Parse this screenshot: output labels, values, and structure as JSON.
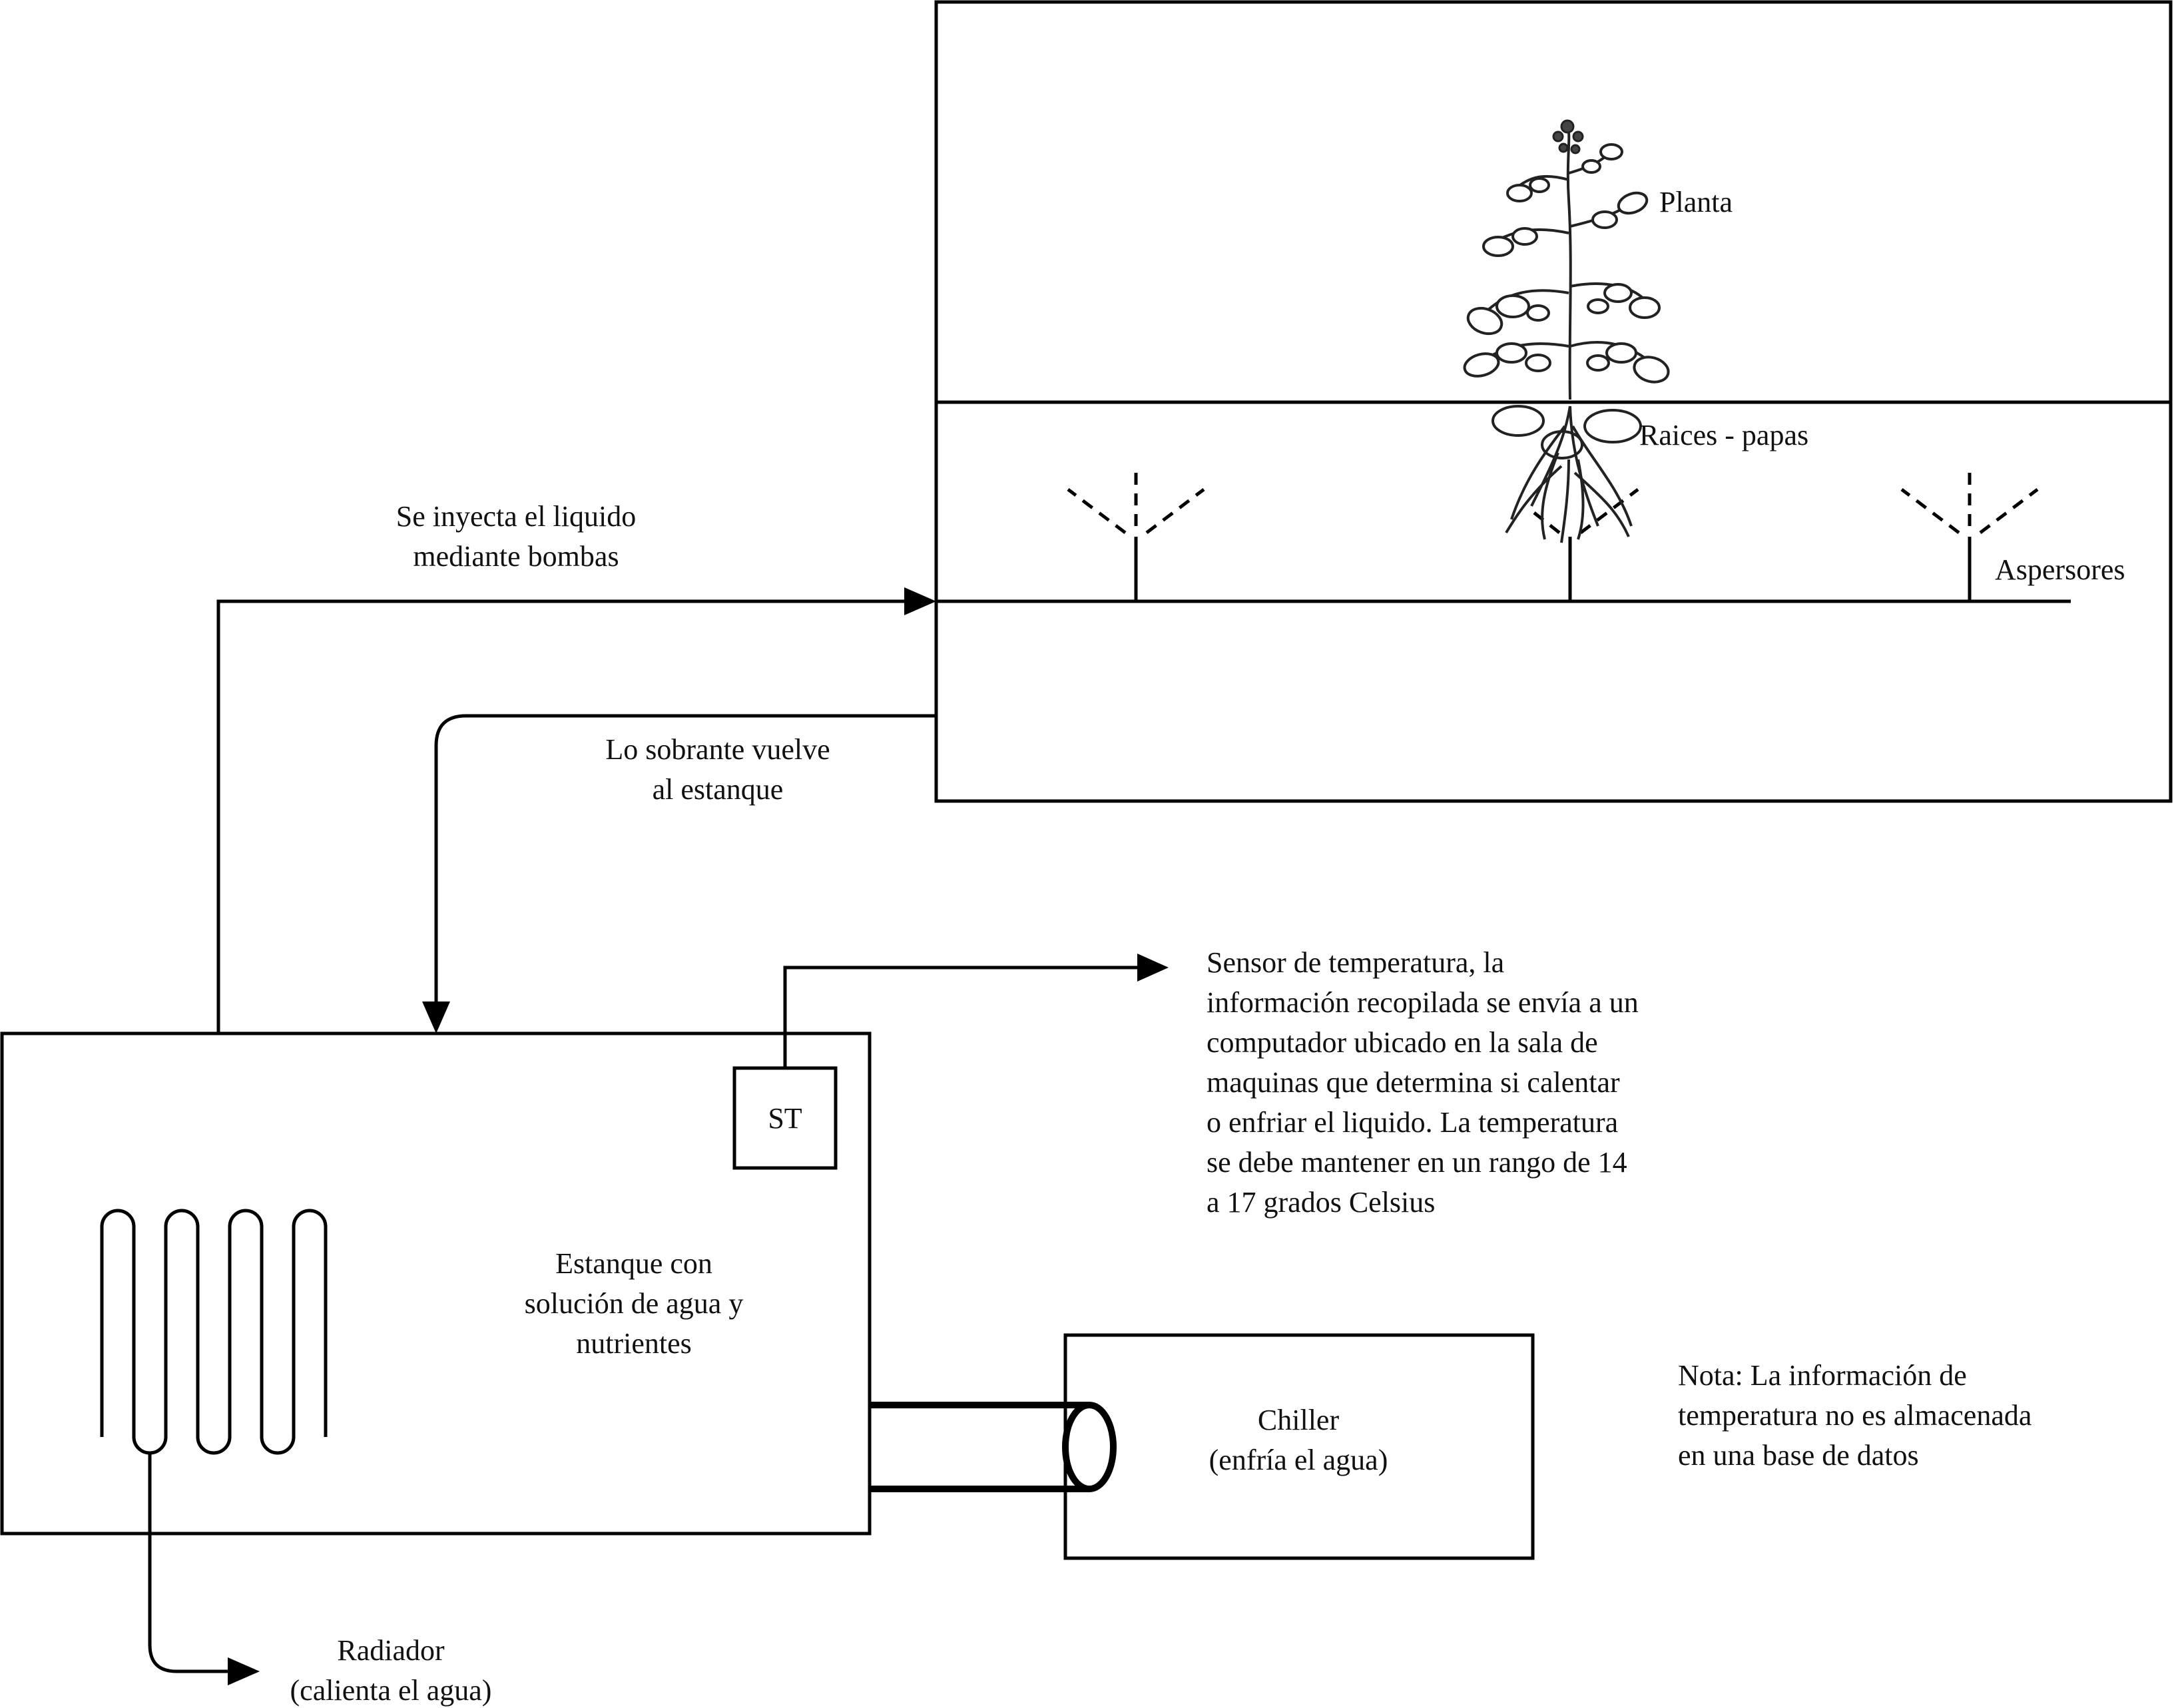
{
  "labels": {
    "planta": "Planta",
    "raices": "Raices - papas",
    "aspersores": "Aspersores",
    "inyecta": [
      "Se inyecta el liquido",
      "mediante bombas"
    ],
    "sobrante": [
      "Lo sobrante vuelve",
      "al estanque"
    ],
    "sensor": [
      "Sensor de temperatura, la",
      "información recopilada se envía a un",
      "computador ubicado en la sala de",
      "maquinas que determina si calentar",
      "o enfriar el liquido. La temperatura",
      "se debe mantener en un rango de 14",
      "a 17 grados Celsius"
    ],
    "st": "ST",
    "estanque": [
      "Estanque con",
      "solución de agua y",
      "nutrientes"
    ],
    "chiller": [
      "Chiller",
      "(enfría el agua)"
    ],
    "nota": [
      "Nota: La información de",
      "temperatura no es almacenada",
      "en una base de datos"
    ],
    "radiador": [
      "Radiador",
      "(calienta el agua)"
    ]
  },
  "colors": {
    "line": "#000000",
    "text": "#111111",
    "background": "#ffffff"
  }
}
